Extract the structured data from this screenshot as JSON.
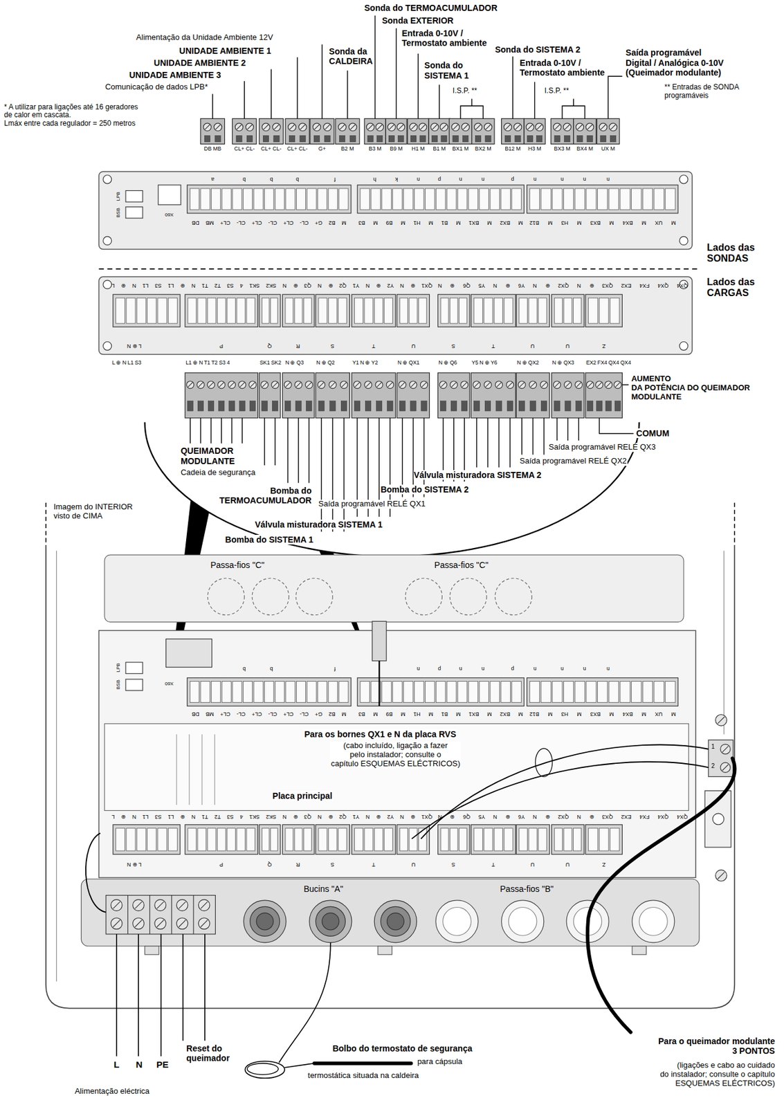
{
  "diagram": {
    "labels": [
      "Sonda do TERMOACUMULADOR",
      "Sonda EXTERIOR",
      "Entrada 0-10V / Termostato ambiente",
      "Sonda do SISTEMA 1",
      "I.S.P. **",
      "Sonda do SISTEMA 2",
      "Entrada 0-10V / Termostato ambiente",
      "I.S.P. **",
      "Saída programável Digital / Analógica 0-10V (Queimador modulante)",
      "** Entradas de SONDA programáveis",
      "Alimentação da Unidade Ambiente 12V",
      "UNIDADE AMBIENTE 1",
      "UNIDADE AMBIENTE 2",
      "UNIDADE AMBIENTE 3",
      "Comunicação de dados LPB*",
      "Sonda da CALDEIRA",
      "* A utilizar para ligações até 16 geradores de calor em cascata. Lmáx entre cada regulador = 250 metros",
      "DB MB",
      "CL+ CL-",
      "CL+ CL-",
      "CL+ CL-",
      "G+",
      "B2 M",
      "B3 M",
      "B9 M",
      "H1 M",
      "B1 M",
      "BX1 M",
      "BX2 M",
      "B12 M",
      "H3 M",
      "BX3 M",
      "BX4 M",
      "UX M",
      "a",
      "b",
      "b",
      "b",
      "f",
      "h",
      "k",
      "n",
      "p",
      "n",
      "n",
      "p",
      "n",
      "n",
      "n",
      "n",
      "M B2 G+ CL- CL+ CL- CL+ CL- CL+ MB DB",
      "M BX2 M BX1 M B1 M H1 M B9 M B3",
      "M UX M BX4 M BX3 M H3 M B12",
      "LPB",
      "BSB",
      "X60",
      "Lados das SONDAS",
      "Lados das CARGAS",
      "QX1 ⊕ N Y2 ⊕ N Y1 Q2 ⊕ N Q3 ⊕ N SK2 SK1 4 S3 T2 T1 N ⊕ L1 S3 L1 N ⊕ L",
      "QX4 QX4 FX4 EX2 QX3 ⊕ N QX2 ⊕ N Y6 ⊕ N Y5 Q6 ⊕ N",
      "L ⊕ N",
      "P",
      "Q",
      "R",
      "S",
      "T",
      "U",
      "S",
      "T",
      "U",
      "U",
      "Z",
      "L ⊕ N L1 S3",
      "L1 ⊕ N T1 T2 S3 4",
      "SK1 SK2",
      "N ⊕ Q3",
      "N ⊕ Q2",
      "Y1 N ⊕ Y2",
      "N ⊕ QX1",
      "N ⊕ Q6",
      "Y5 N ⊕ Y6",
      "N ⊕ QX2",
      "N ⊕ QX3",
      "EX2 FX4 QX4 QX4",
      "AUMENTO DA POTÊNCIA DO QUEIMADOR MODULANTE",
      "COMUM",
      "Saída programável RELÉ QX3",
      "Saída programável RELÉ QX2",
      "Válvula misturadora SISTEMA 2",
      "Bomba do SISTEMA 2",
      "Saída programável RELÉ QX1",
      "Válvula misturadora SISTEMA 1",
      "Bomba do SISTEMA 1",
      "QUEIMADOR MODULANTE",
      "Cadeia de segurança",
      "Bomba do TERMOACUMULADOR",
      "Imagem do INTERIOR visto de CIMA",
      "Passa-fios \"C\"",
      "Passa-fios \"C\"",
      "b",
      "b",
      "f",
      "n",
      "p",
      "n",
      "n",
      "p",
      "n",
      "n",
      "n",
      "n",
      "M B2 G+ CL- CL+ CL- CL+ CL- CL+ MB DB",
      "M BX2 M BX1 M B1 M H1 M B9 M B3",
      "M UX M BX4 M BX3 M H3 M B12",
      "LPB",
      "BSB",
      "X60",
      "Para os bornes QX1 e N da placa RVS",
      "(cabo incluído, ligação a fazer pelo instalador; consulte o capítulo ESQUEMAS ELÉCTRICOS)",
      "Placa principal",
      "QX1 ⊕ N Y2 ⊕ N Y1 Q2 ⊕ N Q3 ⊕ N SK2 SK1 4 S3 T2 T1 N ⊕ L1 S3 L1 N ⊕ L",
      "QX4 QX4 FX4 EX2 QX3 ⊕ N QX2 ⊕ N Y6 ⊕ N Y5 Q6 ⊕ N",
      "L ⊕ N",
      "P",
      "Q",
      "R",
      "S",
      "T",
      "U",
      "S",
      "T",
      "U",
      "U",
      "Z",
      "1",
      "2",
      "Bucins \"A\"",
      "Passa-fios \"B\"",
      "L",
      "N",
      "PE",
      "Reset do queimador",
      "Alimentação eléctrica",
      "Bolbo do termostato de segurança",
      "para cápsula",
      "termostática situada na caldeira",
      "Para o queimador modulante 3 PONTOS",
      "(ligações e cabo ao cuidado do instalador; consulte o capítulo ESQUEMAS ELÉCTRICOS)"
    ]
  }
}
